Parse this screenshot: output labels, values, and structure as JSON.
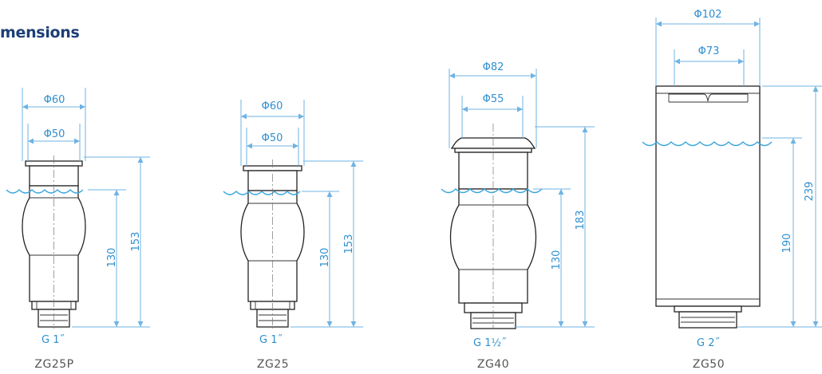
{
  "section": {
    "title": "mensions"
  },
  "colors": {
    "title": "#1c3f77",
    "dimension": "#2f8fd0",
    "water": "#3aa6dc",
    "outline": "#222222"
  },
  "models": [
    {
      "name": "ZG25P",
      "outer_diameter": "Φ60",
      "inner_diameter": "Φ50",
      "total_height": "153",
      "water_height": "130",
      "thread": "G 1˝"
    },
    {
      "name": "ZG25",
      "outer_diameter": "Φ60",
      "inner_diameter": "Φ50",
      "total_height": "153",
      "water_height": "130",
      "thread": "G 1˝"
    },
    {
      "name": "ZG40",
      "outer_diameter": "Φ82",
      "inner_diameter": "Φ55",
      "total_height": "183",
      "water_height": "130",
      "thread": "G 1½˝"
    },
    {
      "name": "ZG50",
      "outer_diameter": "Φ102",
      "inner_diameter": "Φ73",
      "total_height": "239",
      "water_height": "190",
      "thread": "G 2˝"
    }
  ]
}
